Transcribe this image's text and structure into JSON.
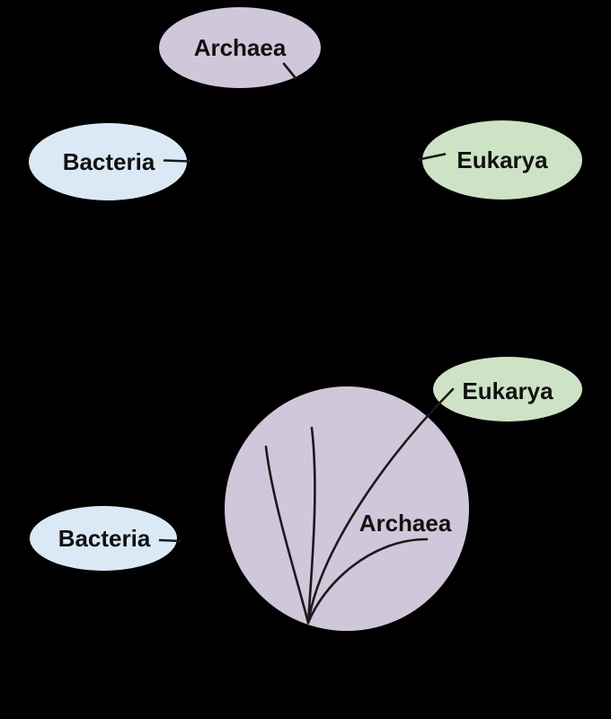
{
  "colors": {
    "background": "#000000",
    "archaea_fill": "#d1c7da",
    "bacteria_fill": "#dbe9f7",
    "eukarya_fill": "#cee3c5",
    "line": "#1a1a1a",
    "text": "#111111"
  },
  "top_tree": {
    "labels": {
      "archaea": "Archaea",
      "bacteria": "Bacteria",
      "eukarya": "Eukarya"
    }
  },
  "bottom_tree": {
    "labels": {
      "archaea": "Archaea",
      "bacteria": "Bacteria",
      "eukarya": "Eukarya"
    }
  }
}
